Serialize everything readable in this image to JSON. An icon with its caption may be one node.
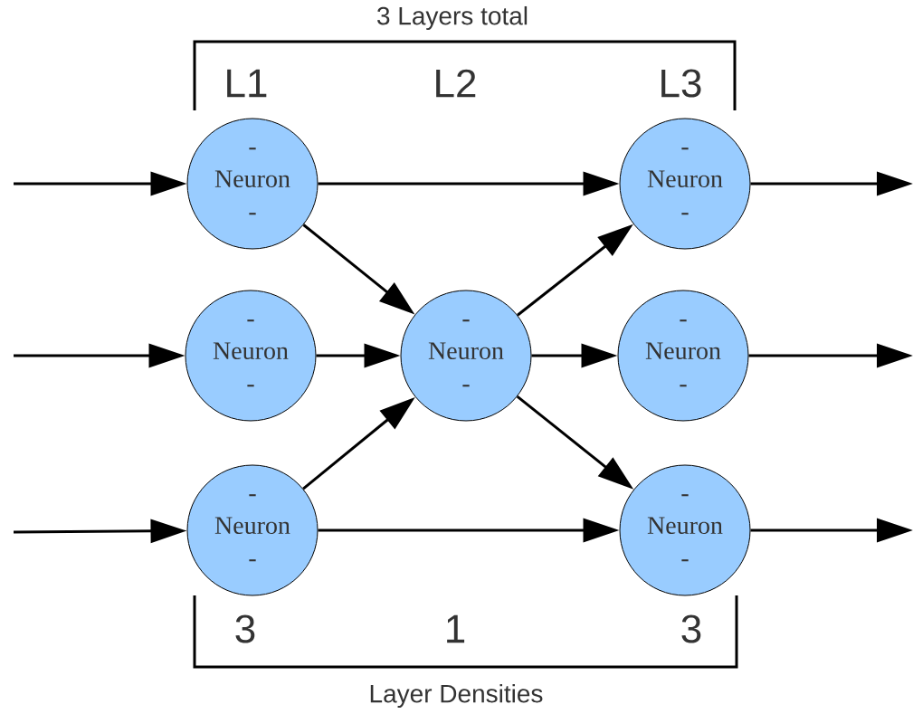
{
  "diagram": {
    "title": "3 Layers total",
    "nodes": [
      {
        "text": [
          "-",
          "Neuron",
          "-"
        ]
      },
      {
        "text": [
          "-",
          "Neuron",
          "-"
        ]
      },
      {
        "text": [
          "-",
          "Neuron",
          "-"
        ]
      },
      {
        "text": [
          "-",
          "Neuron",
          "-"
        ]
      },
      {
        "text": [
          "-",
          "Neuron",
          "-"
        ]
      },
      {
        "text": [
          "-",
          "Neuron",
          "-"
        ]
      },
      {
        "text": [
          "-",
          "Neuron",
          "-"
        ]
      }
    ],
    "edges": [
      {
        "from": null,
        "to": 0,
        "arrow": "to"
      },
      {
        "from": null,
        "to": 1,
        "arrow": "to"
      },
      {
        "from": null,
        "to": 2,
        "arrow": "to"
      },
      {
        "from": 0,
        "to": 3,
        "arrow": "to"
      },
      {
        "from": 0,
        "to": 4,
        "arrow": "to"
      },
      {
        "from": 1,
        "to": 4,
        "arrow": "to"
      },
      {
        "from": 2,
        "to": 4,
        "arrow": "to"
      },
      {
        "from": 2,
        "to": 6,
        "arrow": "to"
      },
      {
        "from": 4,
        "to": 3,
        "arrow": "to"
      },
      {
        "from": 4,
        "to": 5,
        "arrow": "to"
      },
      {
        "from": 4,
        "to": 6,
        "arrow": "to"
      },
      {
        "from": 3,
        "to": null,
        "arrow": "to"
      },
      {
        "from": 5,
        "to": null,
        "arrow": "to"
      },
      {
        "from": 6,
        "to": null,
        "arrow": "to"
      }
    ],
    "labels": [
      "L1",
      "L2",
      "L3",
      "3",
      "1",
      "3"
    ],
    "caption": "Layer Densities"
  }
}
